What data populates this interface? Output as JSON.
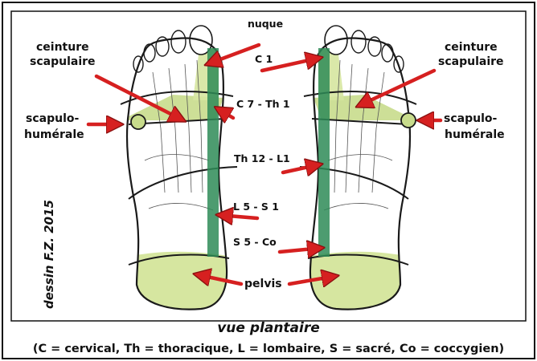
{
  "labels": {
    "nuque": "nuque",
    "c1": "C 1",
    "c7_th1": "C 7 - Th 1",
    "th12_l1": "Th 12 - L1",
    "l5_s1": "L 5 - S 1",
    "s5_co": "S 5 - Co",
    "pelvis": "pelvis",
    "ceinture_left_line1": "ceinture",
    "ceinture_left_line2": "scapulaire",
    "ceinture_right_line1": "ceinture",
    "ceinture_right_line2": "scapulaire",
    "scapulo_left_line1": "scapulo-",
    "scapulo_left_line2": "humérale",
    "scapulo_right_line1": "scapulo-",
    "scapulo_right_line2": "humérale"
  },
  "signature": "dessin F.Z. 2015",
  "title": "vue plantaire",
  "caption": "(C = cervical, Th = thoracique, L = lombaire, S = sacré, Co = coccygien)",
  "colors": {
    "frame": "#111111",
    "spine_green": "#2e8b57",
    "zone_green": "#c8dc8c",
    "arrow_red": "#d62020",
    "ink": "#1a1a1a"
  }
}
